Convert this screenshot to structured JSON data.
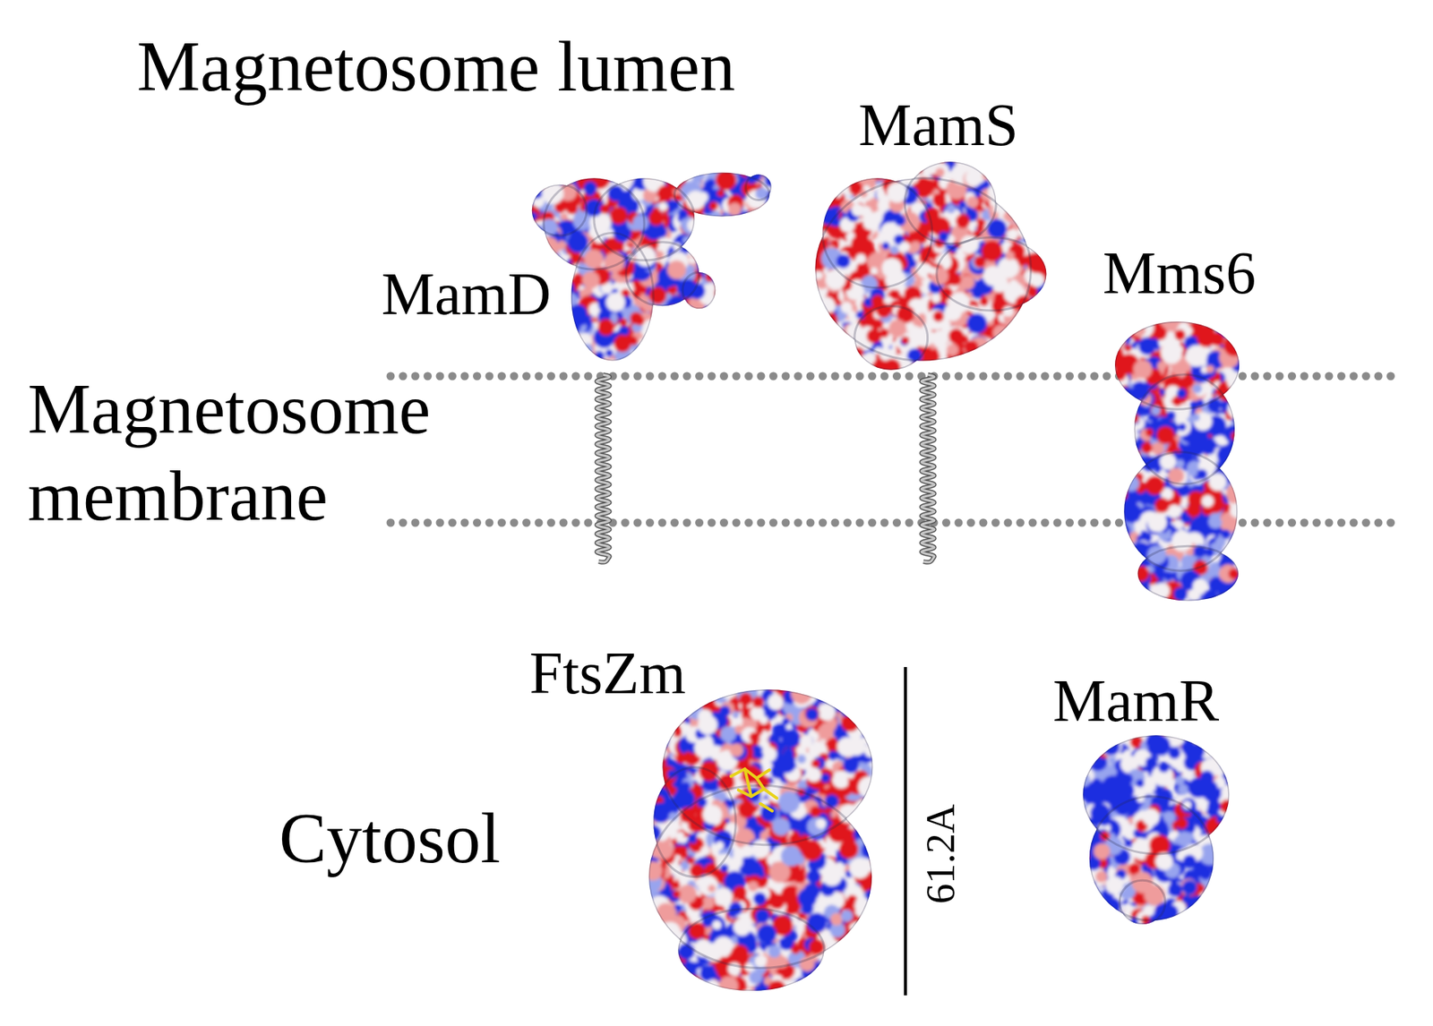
{
  "diagram": {
    "labels": [
      "Magnetosome lumen",
      "MamS",
      "MamD",
      "Mms6",
      "Magnetosome membrane",
      "FtsZm",
      "61.2A",
      "MamR",
      "Cytosol"
    ]
  }
}
